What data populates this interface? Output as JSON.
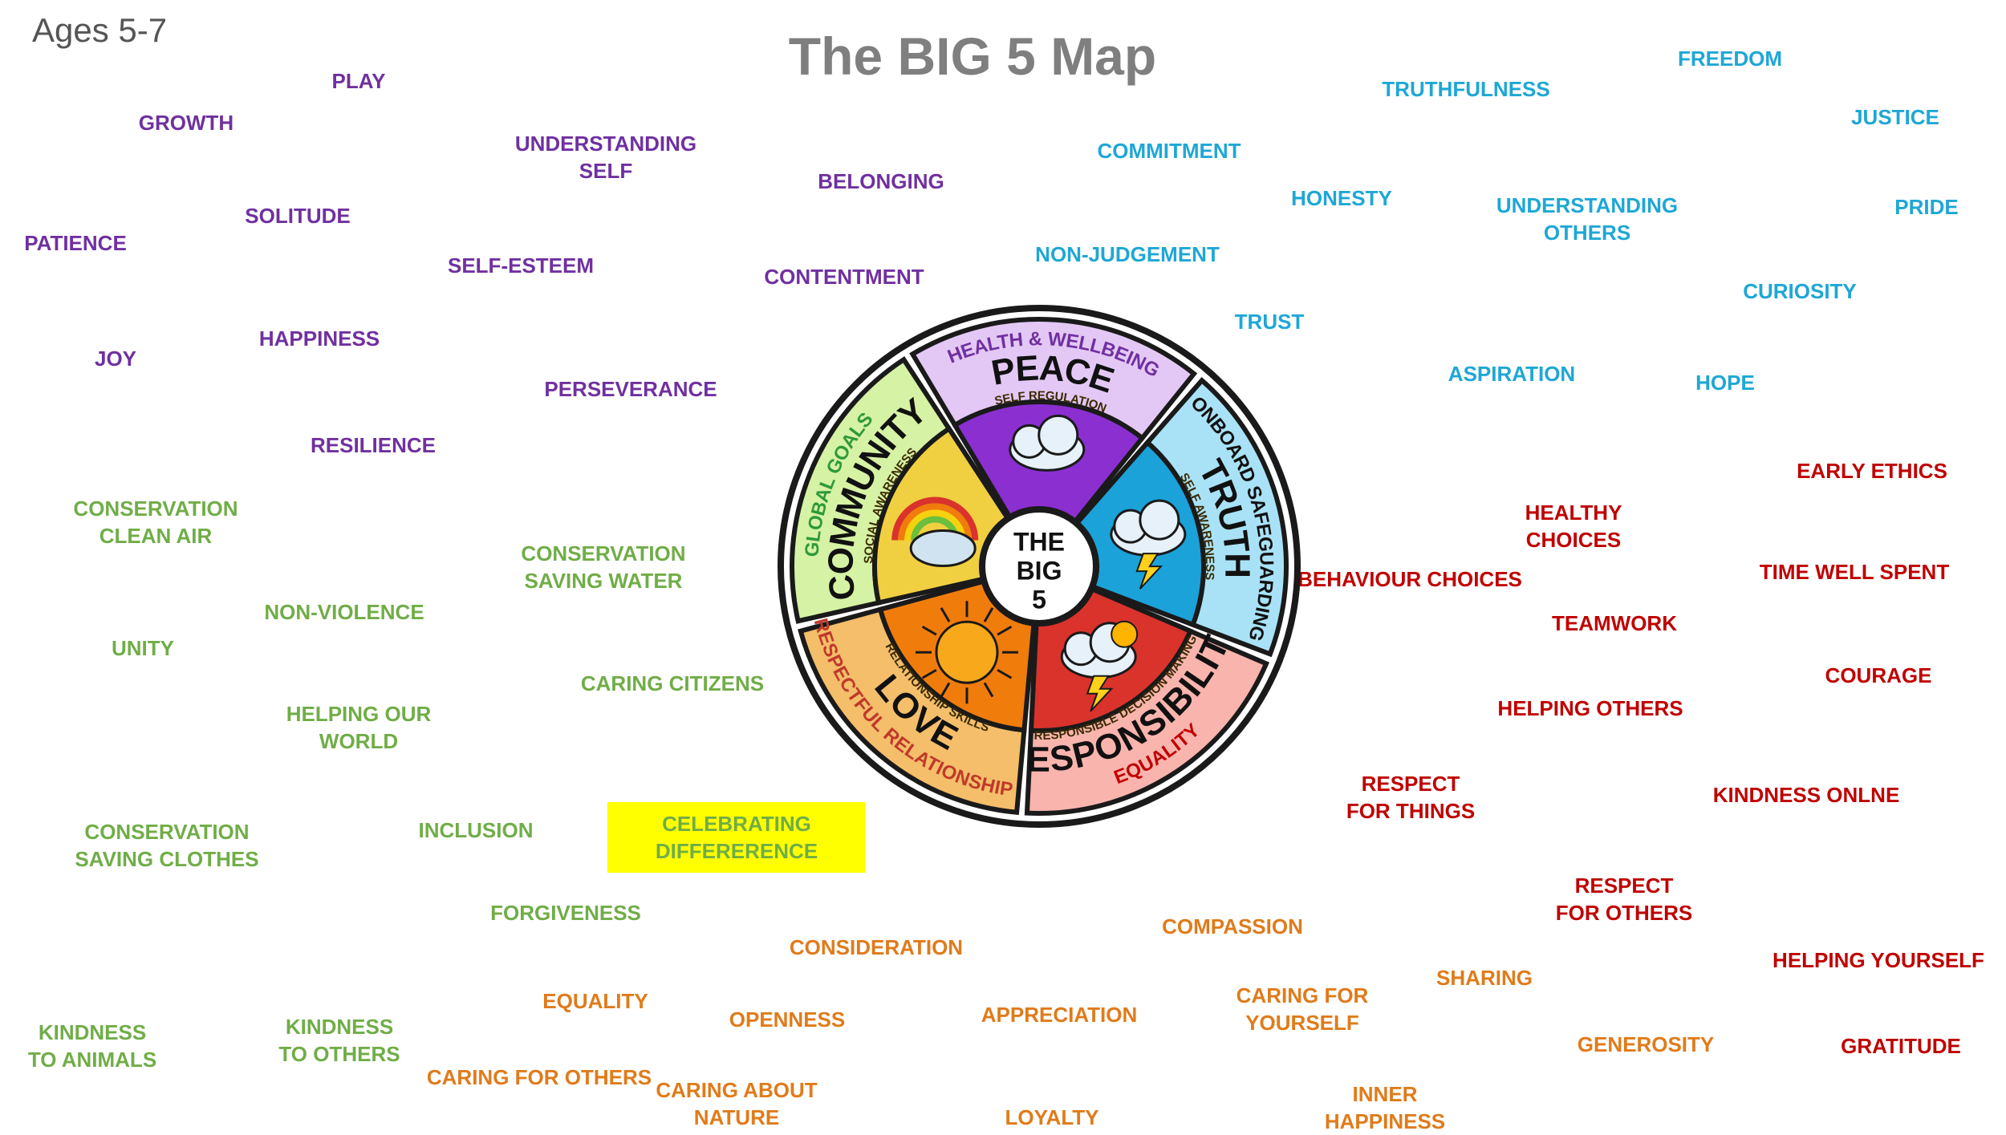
{
  "header": {
    "ages": "Ages 5-7",
    "title": "The BIG 5 Map"
  },
  "colors": {
    "peace": "#7030a0",
    "truth": "#1ea7d6",
    "responsibility": "#c00000",
    "community": "#70ad47",
    "love": "#e07b1a",
    "highlight": "#ffff00"
  },
  "wheel": {
    "center": [
      "THE",
      "BIG",
      "5"
    ],
    "segments": [
      {
        "key": "peace",
        "icon": "cloud-icon",
        "inner": "SELF REGULATION",
        "main": "PEACE",
        "outer": "HEALTH & WELLBEING",
        "fill": "#e3c8f5",
        "innerFill": "#8b2fd1",
        "accent": "#7030a0"
      },
      {
        "key": "truth",
        "icon": "lightning-cloud-icon",
        "inner": "SELF AWARENESS",
        "main": "TRUTH",
        "outer": "ONBOARD SAFEGUARDING",
        "fill": "#a9e2f6",
        "innerFill": "#1ba2d8",
        "accent": "#111111"
      },
      {
        "key": "responsibility",
        "icon": "sun-rain-icon",
        "inner": "RESPONSIBLE DECISION MAKING",
        "main": "RESPONSIBILITY",
        "outer": "EQUALITY",
        "fill": "#f9b4ae",
        "innerFill": "#d9332c",
        "accent": "#c00000"
      },
      {
        "key": "love",
        "icon": "sun-icon",
        "inner": "RELATIONSHIP SKILLS",
        "main": "LOVE",
        "outer": "RESPECTFUL RELATIONSHIPS",
        "fill": "#f4be6a",
        "innerFill": "#f07c0c",
        "accent": "#c0392b"
      },
      {
        "key": "community",
        "icon": "rainbow-icon",
        "inner": "SOCIAL AWARENESS",
        "main": "COMMUNITY",
        "outer": "GLOBAL GOALS",
        "fill": "#d6f2a4",
        "innerFill": "#f0d040",
        "accent": "#2e9a3a"
      }
    ]
  },
  "words": {
    "peace": [
      [
        "PLAY"
      ],
      [
        "GROWTH"
      ],
      [
        "UNDERSTANDING",
        "SELF"
      ],
      [
        "BELONGING"
      ],
      [
        "SOLITUDE"
      ],
      [
        "PATIENCE"
      ],
      [
        "SELF-ESTEEM"
      ],
      [
        "CONTENTMENT"
      ],
      [
        "JOY"
      ],
      [
        "HAPPINESS"
      ],
      [
        "PERSEVERANCE"
      ],
      [
        "RESILIENCE"
      ]
    ],
    "truth": [
      [
        "TRUTHFULNESS"
      ],
      [
        "FREEDOM"
      ],
      [
        "JUSTICE"
      ],
      [
        "COMMITMENT"
      ],
      [
        "HONESTY"
      ],
      [
        "UNDERSTANDING",
        "OTHERS"
      ],
      [
        "PRIDE"
      ],
      [
        "NON-JUDGEMENT"
      ],
      [
        "CURIOSITY"
      ],
      [
        "TRUST"
      ],
      [
        "ASPIRATION"
      ],
      [
        "HOPE"
      ]
    ],
    "responsibility": [
      [
        "EARLY ETHICS"
      ],
      [
        "HEALTHY",
        "CHOICES"
      ],
      [
        "BEHAVIOUR CHOICES"
      ],
      [
        "TIME WELL SPENT"
      ],
      [
        "TEAMWORK"
      ],
      [
        "COURAGE"
      ],
      [
        "HELPING OTHERS"
      ],
      [
        "RESPECT",
        "FOR THINGS"
      ],
      [
        "KINDNESS ONLNE"
      ],
      [
        "RESPECT",
        "FOR OTHERS"
      ],
      [
        "HELPING YOURSELF"
      ],
      [
        "GRATITUDE"
      ]
    ],
    "community": [
      [
        "CONSERVATION",
        "CLEAN AIR"
      ],
      [
        "CONSERVATION",
        "SAVING WATER"
      ],
      [
        "NON-VIOLENCE"
      ],
      [
        "UNITY"
      ],
      [
        "CARING CITIZENS"
      ],
      [
        "HELPING OUR",
        "WORLD"
      ],
      [
        "CONSERVATION",
        "SAVING CLOTHES"
      ],
      [
        "INCLUSION"
      ],
      [
        "CELEBRATING",
        "DIFFERERENCE"
      ],
      [
        "FORGIVENESS"
      ],
      [
        "KINDNESS",
        "TO ANIMALS"
      ],
      [
        "KINDNESS",
        "TO OTHERS"
      ]
    ],
    "love": [
      [
        "CONSIDERATION"
      ],
      [
        "COMPASSION"
      ],
      [
        "EQUALITY"
      ],
      [
        "OPENNESS"
      ],
      [
        "APPRECIATION"
      ],
      [
        "CARING FOR",
        "YOURSELF"
      ],
      [
        "SHARING"
      ],
      [
        "GENEROSITY"
      ],
      [
        "CARING FOR OTHERS"
      ],
      [
        "CARING ABOUT",
        "NATURE"
      ],
      [
        "LOYALTY"
      ],
      [
        "INNER",
        "HAPPINESS"
      ]
    ]
  }
}
